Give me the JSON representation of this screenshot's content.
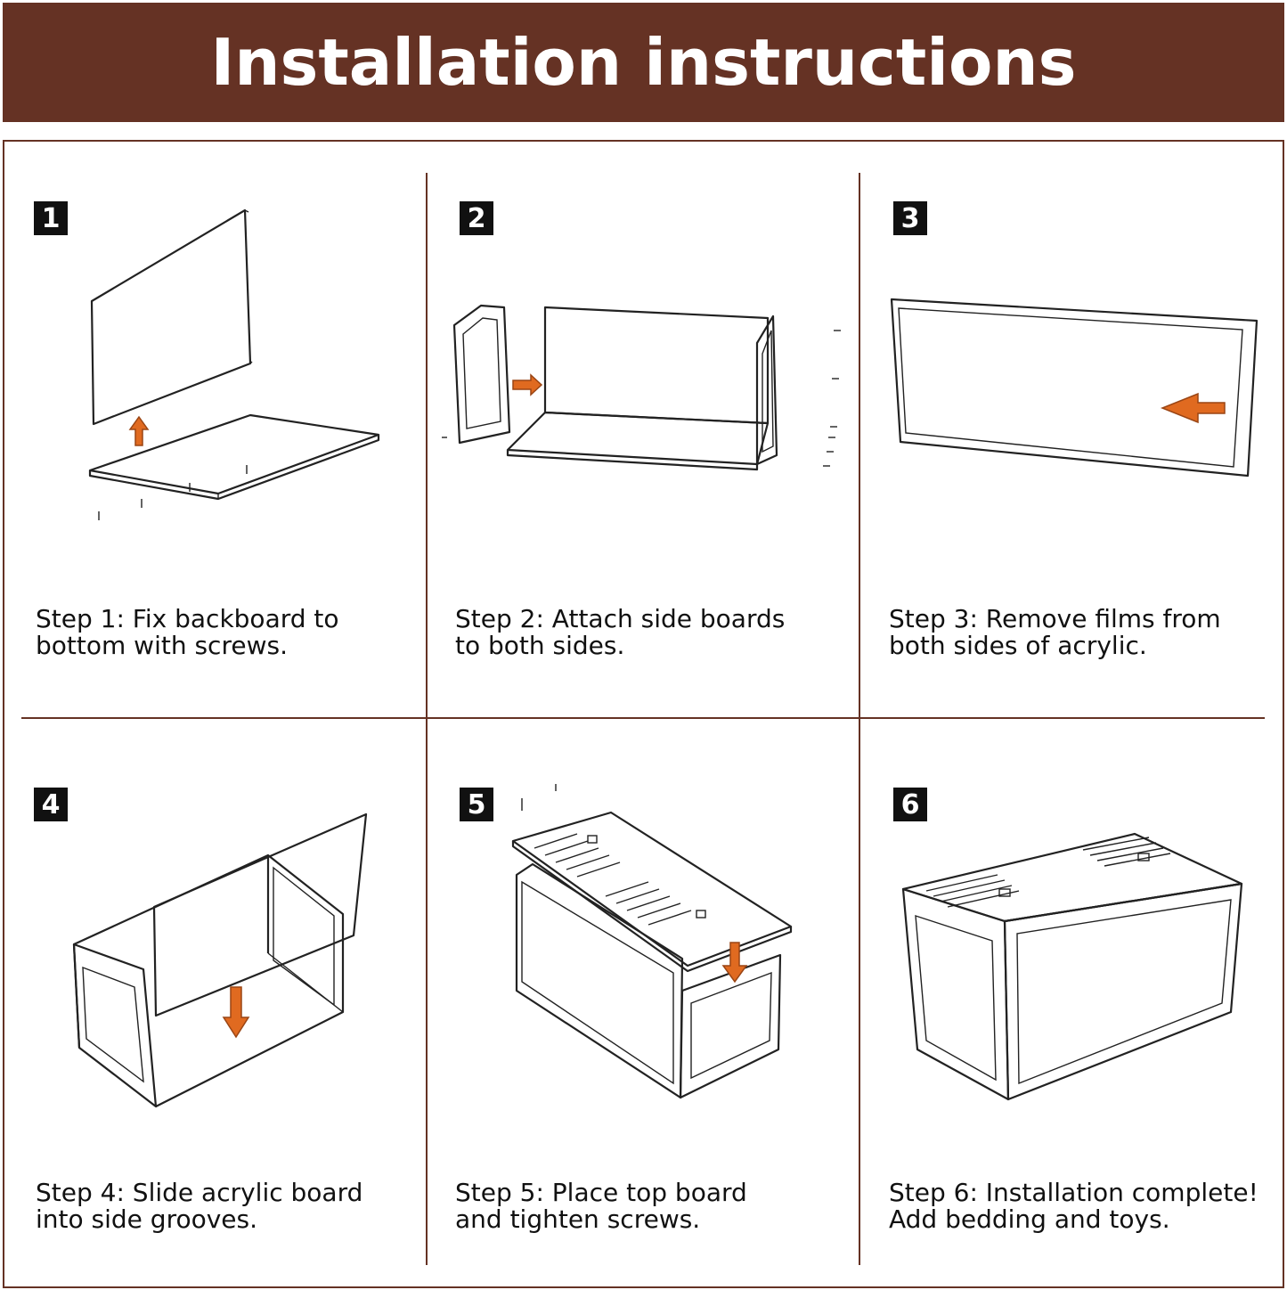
{
  "header": {
    "title": "Installation instructions"
  },
  "colors": {
    "brand": "#653224",
    "arrow": "#e06a20",
    "badge": "#111111"
  },
  "steps": [
    {
      "number": "1",
      "caption": "Step 1: Fix backboard to\nbottom with screws."
    },
    {
      "number": "2",
      "caption": "Step 2: Attach side boards\nto both sides."
    },
    {
      "number": "3",
      "caption": "Step 3: Remove films from\nboth sides of acrylic."
    },
    {
      "number": "4",
      "caption": "Step 4: Slide acrylic board\ninto side grooves."
    },
    {
      "number": "5",
      "caption": "Step 5: Place top board\nand tighten screws."
    },
    {
      "number": "6",
      "caption": "Step 6: Installation complete!\nAdd bedding and toys."
    }
  ]
}
